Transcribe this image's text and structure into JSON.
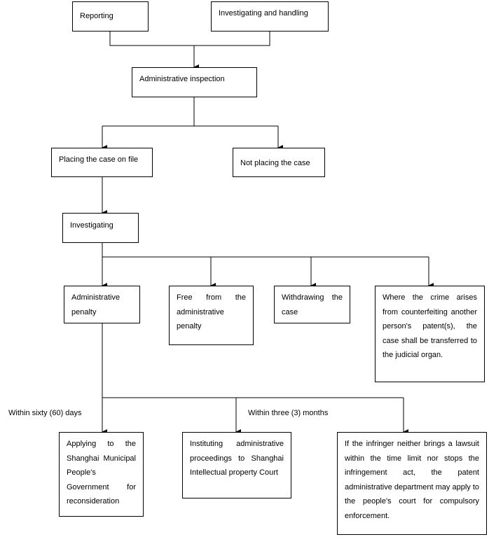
{
  "nodes": {
    "reporting": "Reporting",
    "investigating_handling": "Investigating and handling",
    "admin_inspection": "Administrative inspection",
    "placing_on_file": "Placing the case on file",
    "not_placing": "Not placing the case",
    "investigating": "Investigating",
    "admin_penalty": "Administrative penalty",
    "free_from_penalty": "Free from the administrative penalty",
    "withdrawing": "Withdrawing the case",
    "crime_transfer": "Where the crime arises from counterfeiting another person's patent(s), the case shall be transferred to the judicial organ.",
    "applying_reconsideration": "Applying to the Shanghai Municipal People's Government for reconsideration",
    "instituting_proceedings": "Instituting administrative proceedings to Shanghai Intellectual property Court",
    "enforcement": "If the infringer neither brings a lawsuit within the time limit nor stops the infringement act, the patent administrative department may apply to the people's court for compulsory enforcement."
  },
  "edge_labels": {
    "sixty_days": "Within sixty (60) days",
    "three_months": "Within three (3) months"
  }
}
